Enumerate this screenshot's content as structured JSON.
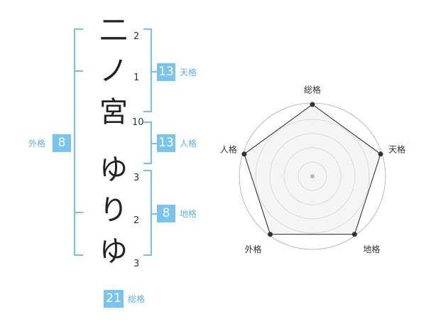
{
  "name_chars": [
    {
      "char": "二",
      "strokes": "2"
    },
    {
      "char": "ノ",
      "strokes": "1"
    },
    {
      "char": "宮",
      "strokes": "10"
    },
    {
      "char": "ゆ",
      "strokes": "3"
    },
    {
      "char": "り",
      "strokes": "2"
    },
    {
      "char": "ゆ",
      "strokes": "3"
    }
  ],
  "fortune": {
    "tenkaku": {
      "value": "13",
      "label": "天格"
    },
    "jinkaku": {
      "value": "13",
      "label": "人格"
    },
    "chikaku": {
      "value": "8",
      "label": "地格"
    },
    "gaikaku": {
      "value": "8",
      "label": "外格"
    },
    "soukaku": {
      "value": "21",
      "label": "総格"
    }
  },
  "chart_data": {
    "type": "radar",
    "axes": [
      "総格",
      "天格",
      "地格",
      "外格",
      "人格"
    ],
    "values": [
      5,
      5,
      5,
      5,
      5
    ],
    "max": 5,
    "rings": 5,
    "colors": {
      "ring": "#bbbbbb",
      "fill": "#eeeeee",
      "line": "#222222",
      "point": "#333333",
      "center": "#bbbbbb"
    }
  }
}
